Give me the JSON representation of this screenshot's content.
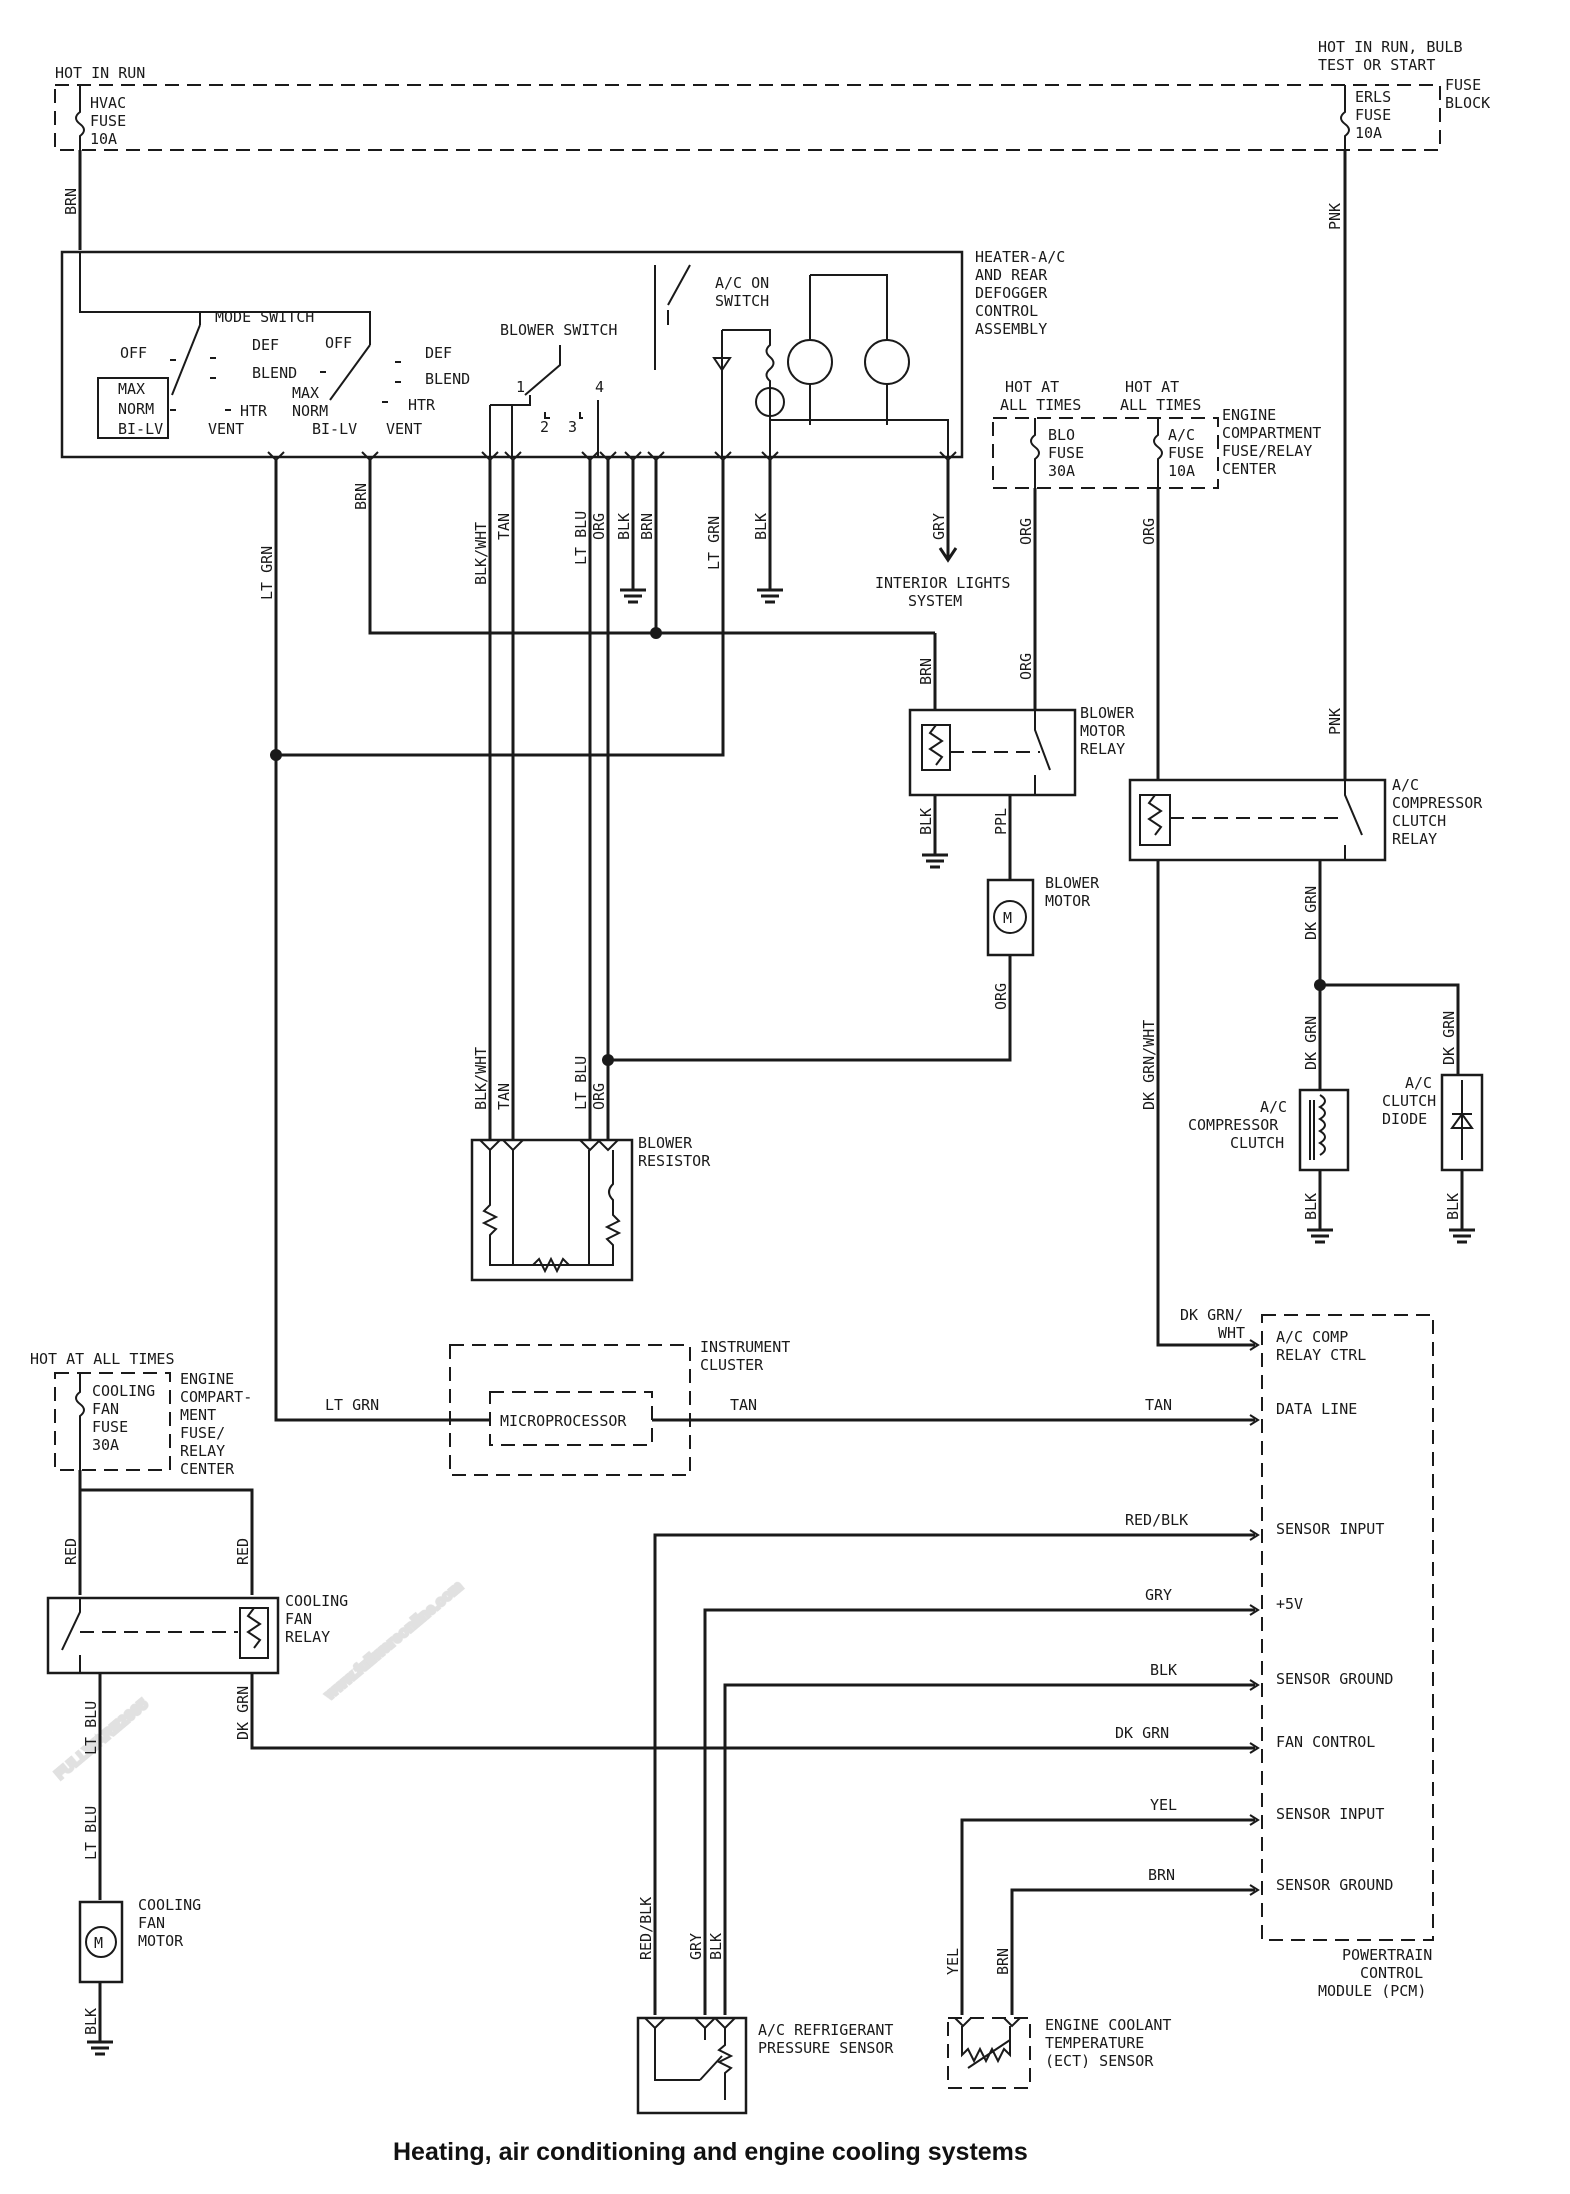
{
  "caption": "Heating, air conditioning and engine cooling systems",
  "watermark": {
    "main": "FULLWARE2005",
    "url": "www.fullwareonline.com"
  },
  "power": {
    "hot_in_run": "HOT IN RUN",
    "hvac_fuse": [
      "HVAC",
      "FUSE",
      "10A"
    ],
    "hot_bulb": [
      "HOT IN RUN, BULB",
      "TEST OR START"
    ],
    "erls_fuse": [
      "ERLS",
      "FUSE",
      "10A"
    ],
    "fuse_block": [
      "FUSE",
      "BLOCK"
    ]
  },
  "control": {
    "title": [
      "HEATER-A/C",
      "AND REAR",
      "DEFOGGER",
      "CONTROL",
      "ASSEMBLY"
    ],
    "mode_switch": "MODE SWITCH",
    "blower_switch": "BLOWER SWITCH",
    "ac_on_switch": [
      "A/C ON",
      "SWITCH"
    ],
    "mode_left": {
      "off": "OFF",
      "def": "DEF",
      "off2": "OFF",
      "blend": "BLEND",
      "max": "MAX",
      "norm": "NORM",
      "bilv": "BI-LV",
      "vent": "VENT",
      "htr": "HTR"
    },
    "mode_right": {
      "def": "DEF",
      "blend": "BLEND",
      "max": "MAX",
      "htr": "HTR",
      "norm": "NORM",
      "bilv": "BI-LV",
      "vent": "VENT"
    },
    "blower_pos": [
      "1",
      "2",
      "3",
      "4"
    ]
  },
  "underhood": {
    "hot1": [
      "HOT AT",
      "ALL TIMES"
    ],
    "hot2": [
      "HOT AT",
      "ALL TIMES"
    ],
    "blo_fuse": [
      "BLO",
      "FUSE",
      "30A"
    ],
    "ac_fuse": [
      "A/C",
      "FUSE",
      "10A"
    ],
    "center": [
      "ENGINE",
      "COMPARTMENT",
      "FUSE/RELAY",
      "CENTER"
    ]
  },
  "components": {
    "interior_lights": [
      "INTERIOR LIGHTS",
      "SYSTEM"
    ],
    "blower_motor_relay": [
      "BLOWER",
      "MOTOR",
      "RELAY"
    ],
    "blower_motor": [
      "BLOWER",
      "MOTOR"
    ],
    "ac_comp_relay": [
      "A/C",
      "COMPRESSOR",
      "CLUTCH",
      "RELAY"
    ],
    "ac_comp_clutch": [
      "A/C",
      "COMPRESSOR",
      "CLUTCH"
    ],
    "ac_clutch_diode": [
      "A/C",
      "CLUTCH",
      "DIODE"
    ],
    "blower_resistor": [
      "BLOWER",
      "RESISTOR"
    ],
    "instrument_cluster": [
      "INSTRUMENT",
      "CLUSTER"
    ],
    "microprocessor": "MICROPROCESSOR",
    "hot_all_times": "HOT AT ALL TIMES",
    "cooling_fan_fuse": [
      "COOLING",
      "FAN",
      "FUSE",
      "30A"
    ],
    "engine_center2": [
      "ENGINE",
      "COMPART-",
      "MENT",
      "FUSE/",
      "RELAY",
      "CENTER"
    ],
    "cooling_fan_relay": [
      "COOLING",
      "FAN",
      "RELAY"
    ],
    "cooling_fan_motor": [
      "COOLING",
      "FAN",
      "MOTOR"
    ],
    "ac_ref_sensor": [
      "A/C REFRIGERANT",
      "PRESSURE SENSOR"
    ],
    "ect_sensor": [
      "ENGINE COOLANT",
      "TEMPERATURE",
      "(ECT) SENSOR"
    ],
    "pcm": [
      "POWERTRAIN",
      "CONTROL",
      "MODULE (PCM)"
    ]
  },
  "pcm_pins": [
    "A/C COMP",
    "RELAY CTRL",
    "DATA LINE",
    "SENSOR INPUT",
    "+5V",
    "SENSOR GROUND",
    "FAN CONTROL",
    "SENSOR INPUT",
    "SENSOR GROUND"
  ],
  "wire_colors": {
    "brn": "BRN",
    "pnk": "PNK",
    "ltgrn": "LT GRN",
    "blkwht": "BLK/WHT",
    "tan": "TAN",
    "ltblu": "LT BLU",
    "org": "ORG",
    "blk": "BLK",
    "gry": "GRY",
    "ppl": "PPL",
    "dkgrn": "DK GRN",
    "dkgrnwht": "DK GRN/WHT",
    "dkgrn2": "DK GRN/",
    "wht": "WHT",
    "red": "RED",
    "redblk": "RED/BLK",
    "yel": "YEL"
  }
}
